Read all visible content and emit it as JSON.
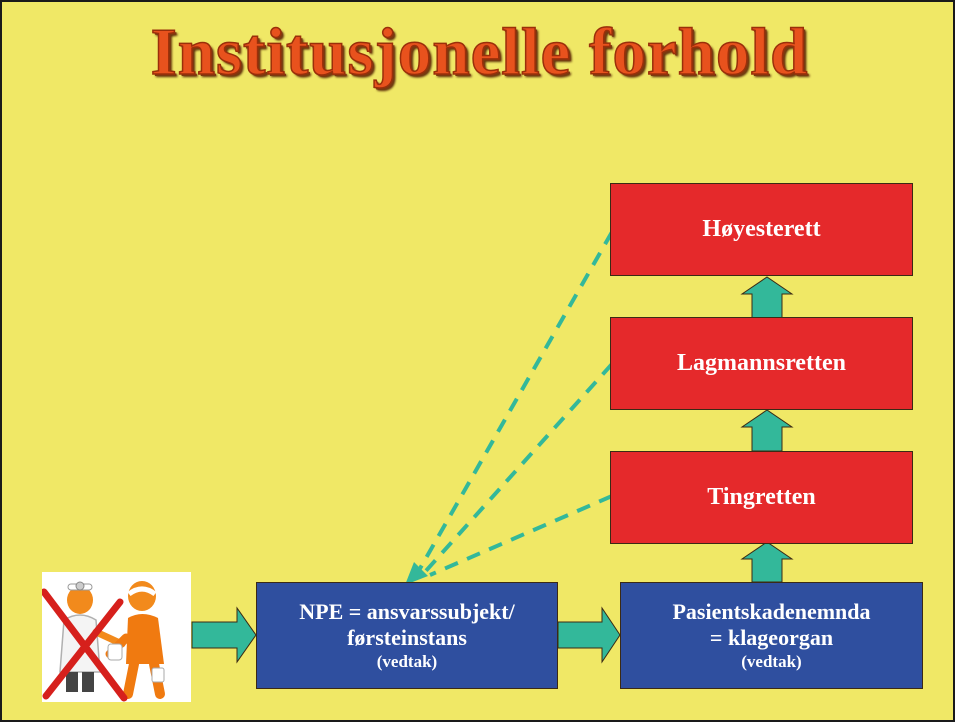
{
  "slide": {
    "title": "Institusjonelle forhold",
    "boxes": {
      "hoyesterett": {
        "label": "Høyesterett"
      },
      "lagmannsretten": {
        "label": "Lagmannsretten"
      },
      "tingretten": {
        "label": "Tingretten"
      },
      "npe": {
        "line1": "NPE = ansvarssubjekt/",
        "line2": "førsteinstans",
        "note": "(vedtak)"
      },
      "pasient": {
        "line1": "Pasientskadenemnda",
        "line2": "= klageorgan",
        "note": "(vedtak)"
      }
    },
    "icons": [
      "doctor-patient-icon",
      "red-cross-out-icon"
    ],
    "colors": {
      "background": "#f0e866",
      "title": "#e8521d",
      "court_box": "#e5292b",
      "agency_box": "#2f4f9f",
      "arrow": "#33b89a"
    }
  }
}
